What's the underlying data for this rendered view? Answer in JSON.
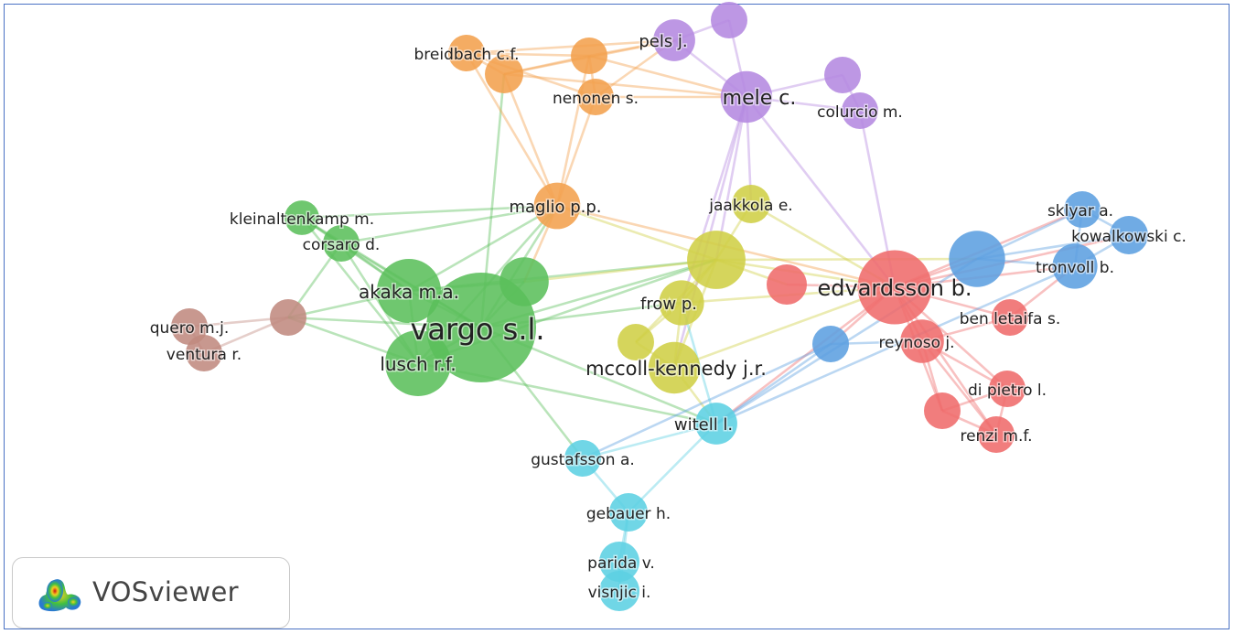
{
  "app": {
    "logo_text": "VOSviewer",
    "logo_icon": "vosviewer-density-icon"
  },
  "clusters": {
    "green": "#5bbf5b",
    "orange": "#f3a04d",
    "purple": "#b489e0",
    "yellow": "#cfcf45",
    "red": "#ef6b6b",
    "blue": "#5c9fe0",
    "cyan": "#5cd0e3",
    "brown": "#c08a80"
  },
  "nodes": [
    {
      "id": "vargo",
      "label": "vargo s.l.",
      "cluster": "green",
      "weight": 100
    },
    {
      "id": "akaka",
      "label": "akaka m.a.",
      "cluster": "green",
      "weight": 28
    },
    {
      "id": "lusch",
      "label": "lusch r.f.",
      "cluster": "green",
      "weight": 30
    },
    {
      "id": "green_unl",
      "label": "",
      "cluster": "green",
      "weight": 14
    },
    {
      "id": "kleinal",
      "label": "kleinaltenkamp m.",
      "cluster": "green",
      "weight": 5
    },
    {
      "id": "corsaro",
      "label": "corsaro d.",
      "cluster": "green",
      "weight": 6
    },
    {
      "id": "maglio",
      "label": "maglio p.p.",
      "cluster": "orange",
      "weight": 12
    },
    {
      "id": "breidbach",
      "label": "breidbach c.f.",
      "cluster": "orange",
      "weight": 6
    },
    {
      "id": "nenonen",
      "label": "nenonen s.",
      "cluster": "orange",
      "weight": 6
    },
    {
      "id": "orange_a",
      "label": "",
      "cluster": "orange",
      "weight": 7
    },
    {
      "id": "orange_b",
      "label": "",
      "cluster": "orange",
      "weight": 6
    },
    {
      "id": "pels",
      "label": "pels j.",
      "cluster": "purple",
      "weight": 9
    },
    {
      "id": "mele",
      "label": "mele c.",
      "cluster": "purple",
      "weight": 16
    },
    {
      "id": "colurcio",
      "label": "colurcio m.",
      "cluster": "purple",
      "weight": 6
    },
    {
      "id": "purple_a",
      "label": "",
      "cluster": "purple",
      "weight": 6
    },
    {
      "id": "purple_b",
      "label": "",
      "cluster": "purple",
      "weight": 6
    },
    {
      "id": "jaakkola",
      "label": "jaakkola e.",
      "cluster": "yellow",
      "weight": 7
    },
    {
      "id": "yellow_hub",
      "label": "",
      "cluster": "yellow",
      "weight": 22
    },
    {
      "id": "frow",
      "label": "frow p.",
      "cluster": "yellow",
      "weight": 11
    },
    {
      "id": "mccoll",
      "label": "mccoll-kennedy j.r.",
      "cluster": "yellow",
      "weight": 16
    },
    {
      "id": "yellow_s",
      "label": "",
      "cluster": "yellow",
      "weight": 6
    },
    {
      "id": "edvardsson",
      "label": "edvardsson b.",
      "cluster": "red",
      "weight": 40
    },
    {
      "id": "red_a",
      "label": "",
      "cluster": "red",
      "weight": 8
    },
    {
      "id": "benletaifa",
      "label": "ben letaifa s.",
      "cluster": "red",
      "weight": 6
    },
    {
      "id": "reynoso",
      "label": "reynoso j.",
      "cluster": "red",
      "weight": 10
    },
    {
      "id": "dipietro",
      "label": "di pietro l.",
      "cluster": "red",
      "weight": 6
    },
    {
      "id": "renzi",
      "label": "renzi m.f.",
      "cluster": "red",
      "weight": 6
    },
    {
      "id": "red_b",
      "label": "",
      "cluster": "red",
      "weight": 6
    },
    {
      "id": "sklyar",
      "label": "sklyar a.",
      "cluster": "blue",
      "weight": 6
    },
    {
      "id": "kowalkowski",
      "label": "kowalkowski c.",
      "cluster": "blue",
      "weight": 7
    },
    {
      "id": "tronvoll",
      "label": "tronvoll b.",
      "cluster": "blue",
      "weight": 11
    },
    {
      "id": "blue_big",
      "label": "",
      "cluster": "blue",
      "weight": 20
    },
    {
      "id": "blue_s",
      "label": "",
      "cluster": "blue",
      "weight": 6
    },
    {
      "id": "witell",
      "label": "witell l.",
      "cluster": "cyan",
      "weight": 9
    },
    {
      "id": "gustafsson",
      "label": "gustafsson a.",
      "cluster": "cyan",
      "weight": 6
    },
    {
      "id": "gebauer",
      "label": "gebauer h.",
      "cluster": "cyan",
      "weight": 7
    },
    {
      "id": "parida",
      "label": "parida v.",
      "cluster": "cyan",
      "weight": 8
    },
    {
      "id": "visnjic",
      "label": "visnjic i.",
      "cluster": "cyan",
      "weight": 8
    },
    {
      "id": "quero",
      "label": "quero m.j.",
      "cluster": "brown",
      "weight": 6
    },
    {
      "id": "ventura",
      "label": "ventura r.",
      "cluster": "brown",
      "weight": 6
    },
    {
      "id": "brown_hub",
      "label": "",
      "cluster": "brown",
      "weight": 6
    }
  ],
  "links": [
    [
      "vargo",
      "akaka"
    ],
    [
      "vargo",
      "lusch"
    ],
    [
      "vargo",
      "green_unl"
    ],
    [
      "vargo",
      "corsaro"
    ],
    [
      "vargo",
      "kleinal"
    ],
    [
      "vargo",
      "maglio"
    ],
    [
      "vargo",
      "yellow_hub"
    ],
    [
      "vargo",
      "brown_hub"
    ],
    [
      "vargo",
      "gustafsson"
    ],
    [
      "vargo",
      "frow"
    ],
    [
      "vargo",
      "witell"
    ],
    [
      "vargo",
      "orange_a"
    ],
    [
      "akaka",
      "lusch"
    ],
    [
      "akaka",
      "corsaro"
    ],
    [
      "akaka",
      "kleinal"
    ],
    [
      "akaka",
      "maglio"
    ],
    [
      "akaka",
      "brown_hub"
    ],
    [
      "akaka",
      "yellow_hub"
    ],
    [
      "akaka",
      "green_unl"
    ],
    [
      "lusch",
      "corsaro"
    ],
    [
      "lusch",
      "brown_hub"
    ],
    [
      "lusch",
      "maglio"
    ],
    [
      "lusch",
      "yellow_hub"
    ],
    [
      "lusch",
      "witell"
    ],
    [
      "lusch",
      "kleinal"
    ],
    [
      "corsaro",
      "kleinal"
    ],
    [
      "corsaro",
      "maglio"
    ],
    [
      "corsaro",
      "brown_hub"
    ],
    [
      "kleinal",
      "maglio"
    ],
    [
      "brown_hub",
      "quero"
    ],
    [
      "brown_hub",
      "ventura"
    ],
    [
      "quero",
      "ventura"
    ],
    [
      "maglio",
      "breidbach"
    ],
    [
      "maglio",
      "orange_a"
    ],
    [
      "maglio",
      "orange_b"
    ],
    [
      "maglio",
      "nenonen"
    ],
    [
      "maglio",
      "edvardsson"
    ],
    [
      "maglio",
      "green_unl"
    ],
    [
      "breidbach",
      "orange_a"
    ],
    [
      "breidbach",
      "nenonen"
    ],
    [
      "breidbach",
      "orange_b"
    ],
    [
      "breidbach",
      "pels"
    ],
    [
      "orange_b",
      "orange_a"
    ],
    [
      "orange_b",
      "nenonen"
    ],
    [
      "orange_b",
      "pels"
    ],
    [
      "orange_b",
      "mele"
    ],
    [
      "orange_a",
      "pels"
    ],
    [
      "orange_a",
      "mele"
    ],
    [
      "nenonen",
      "pels"
    ],
    [
      "nenonen",
      "mele"
    ],
    [
      "pels",
      "mele"
    ],
    [
      "pels",
      "purple_a"
    ],
    [
      "mele",
      "purple_a"
    ],
    [
      "mele",
      "purple_b"
    ],
    [
      "mele",
      "colurcio"
    ],
    [
      "colurcio",
      "purple_b"
    ],
    [
      "colurcio",
      "edvardsson"
    ],
    [
      "mele",
      "jaakkola"
    ],
    [
      "mele",
      "yellow_hub"
    ],
    [
      "mele",
      "frow"
    ],
    [
      "mele",
      "edvardsson"
    ],
    [
      "mele",
      "mccoll"
    ],
    [
      "jaakkola",
      "yellow_hub"
    ],
    [
      "jaakkola",
      "edvardsson"
    ],
    [
      "yellow_hub",
      "frow"
    ],
    [
      "yellow_hub",
      "mccoll"
    ],
    [
      "yellow_hub",
      "yellow_s"
    ],
    [
      "yellow_hub",
      "edvardsson"
    ],
    [
      "yellow_hub",
      "red_a"
    ],
    [
      "yellow_hub",
      "blue_big"
    ],
    [
      "yellow_hub",
      "green_unl"
    ],
    [
      "yellow_hub",
      "maglio"
    ],
    [
      "frow",
      "mccoll"
    ],
    [
      "frow",
      "yellow_s"
    ],
    [
      "frow",
      "edvardsson"
    ],
    [
      "mccoll",
      "yellow_s"
    ],
    [
      "mccoll",
      "edvardsson"
    ],
    [
      "mccoll",
      "witell"
    ],
    [
      "edvardsson",
      "red_a"
    ],
    [
      "edvardsson",
      "reynoso"
    ],
    [
      "edvardsson",
      "benletaifa"
    ],
    [
      "edvardsson",
      "dipietro"
    ],
    [
      "edvardsson",
      "renzi"
    ],
    [
      "edvardsson",
      "red_b"
    ],
    [
      "edvardsson",
      "blue_big"
    ],
    [
      "edvardsson",
      "tronvoll"
    ],
    [
      "edvardsson",
      "sklyar"
    ],
    [
      "edvardsson",
      "kowalkowski"
    ],
    [
      "edvardsson",
      "witell"
    ],
    [
      "edvardsson",
      "blue_s"
    ],
    [
      "reynoso",
      "dipietro"
    ],
    [
      "reynoso",
      "renzi"
    ],
    [
      "reynoso",
      "red_b"
    ],
    [
      "dipietro",
      "renzi"
    ],
    [
      "dipietro",
      "red_b"
    ],
    [
      "renzi",
      "red_b"
    ],
    [
      "benletaifa",
      "tronvoll"
    ],
    [
      "benletaifa",
      "reynoso"
    ],
    [
      "blue_big",
      "tronvoll"
    ],
    [
      "blue_big",
      "sklyar"
    ],
    [
      "blue_big",
      "kowalkowski"
    ],
    [
      "blue_big",
      "witell"
    ],
    [
      "tronvoll",
      "sklyar"
    ],
    [
      "tronvoll",
      "kowalkowski"
    ],
    [
      "sklyar",
      "kowalkowski"
    ],
    [
      "tronvoll",
      "witell"
    ],
    [
      "blue_s",
      "witell"
    ],
    [
      "blue_s",
      "gustafsson"
    ],
    [
      "blue_s",
      "reynoso"
    ],
    [
      "witell",
      "gustafsson"
    ],
    [
      "witell",
      "gebauer"
    ],
    [
      "gustafsson",
      "gebauer"
    ],
    [
      "gebauer",
      "parida"
    ],
    [
      "parida",
      "visnjic"
    ],
    [
      "gebauer",
      "visnjic"
    ],
    [
      "witell",
      "frow"
    ]
  ]
}
